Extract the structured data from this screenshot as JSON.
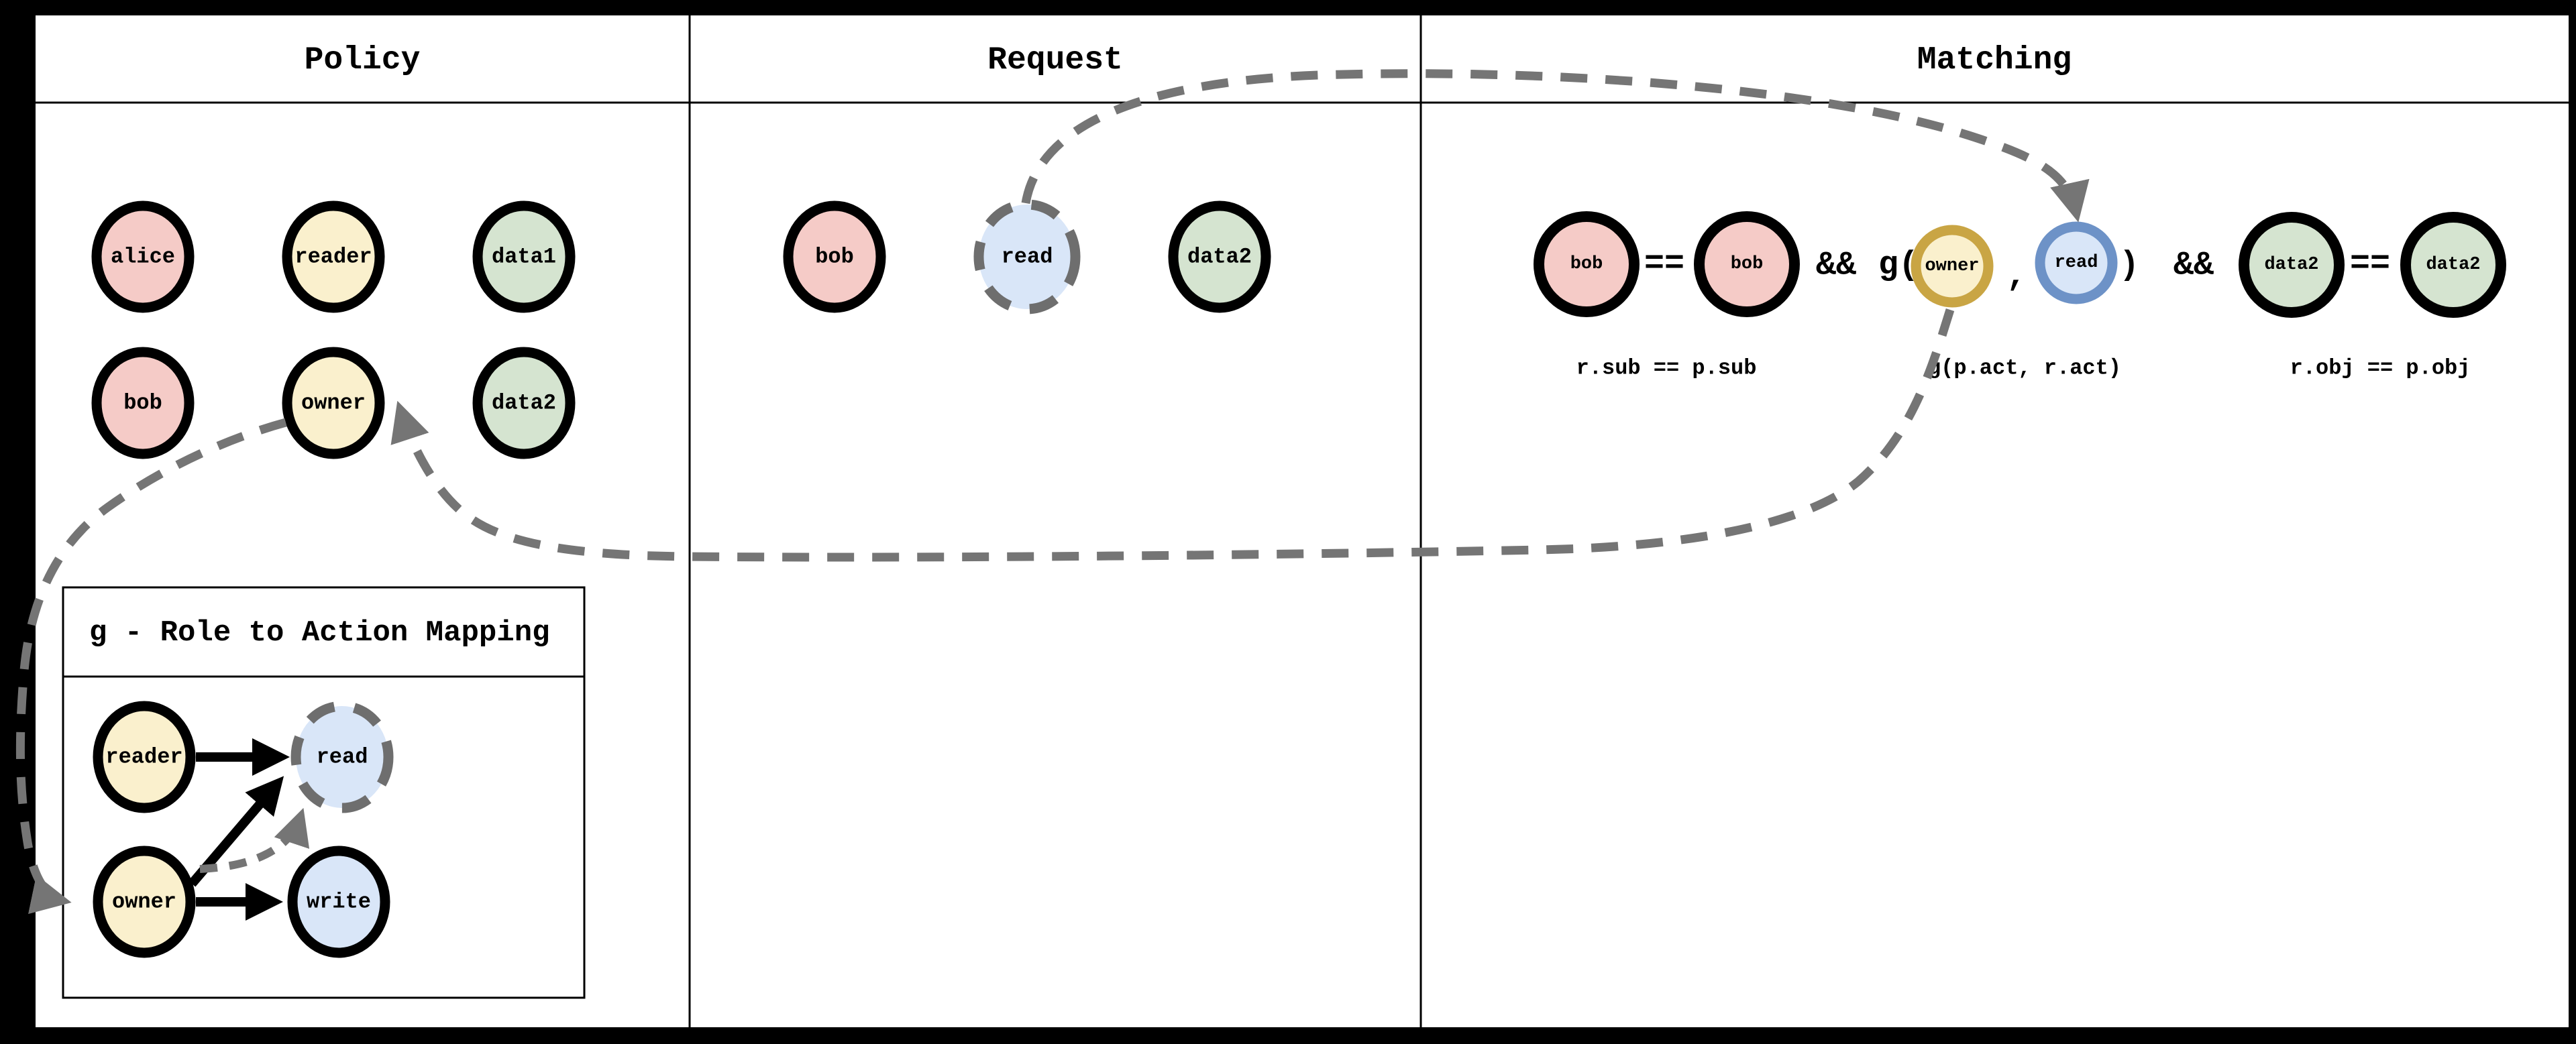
{
  "colors": {
    "pink": "#f5cbc7",
    "yellow": "#faf0cd",
    "green": "#d5e4d0",
    "blue": "#d9e6f8",
    "gold": "#c9a544",
    "blue_border": "#6d92c7",
    "gray": "#757575",
    "dash_gray": "#6e6e6e",
    "black": "#000000",
    "white": "#ffffff"
  },
  "headers": {
    "policy": "Policy",
    "request": "Request",
    "matching": "Matching"
  },
  "policy": {
    "nodes": [
      {
        "label": "alice"
      },
      {
        "label": "reader"
      },
      {
        "label": "data1"
      },
      {
        "label": "bob"
      },
      {
        "label": "owner"
      },
      {
        "label": "data2"
      }
    ]
  },
  "gbox": {
    "title": "g - Role to Action Mapping",
    "nodes": [
      {
        "label": "reader"
      },
      {
        "label": "read"
      },
      {
        "label": "owner"
      },
      {
        "label": "write"
      }
    ]
  },
  "request": {
    "nodes": [
      {
        "label": "bob"
      },
      {
        "label": "read"
      },
      {
        "label": "data2"
      }
    ]
  },
  "matching": {
    "tokens": {
      "eq1": "==",
      "and1": "&&",
      "g_open": "g(",
      "comma": ",",
      "g_close": ")",
      "and2": "&&",
      "eq2": "=="
    },
    "nodes": [
      {
        "label": "bob"
      },
      {
        "label": "bob"
      },
      {
        "label": "owner"
      },
      {
        "label": "read"
      },
      {
        "label": "data2"
      },
      {
        "label": "data2"
      }
    ],
    "captions": {
      "sub": "r.sub == p.sub",
      "act": "g(p.act, r.act)",
      "obj": "r.obj == p.obj"
    }
  }
}
